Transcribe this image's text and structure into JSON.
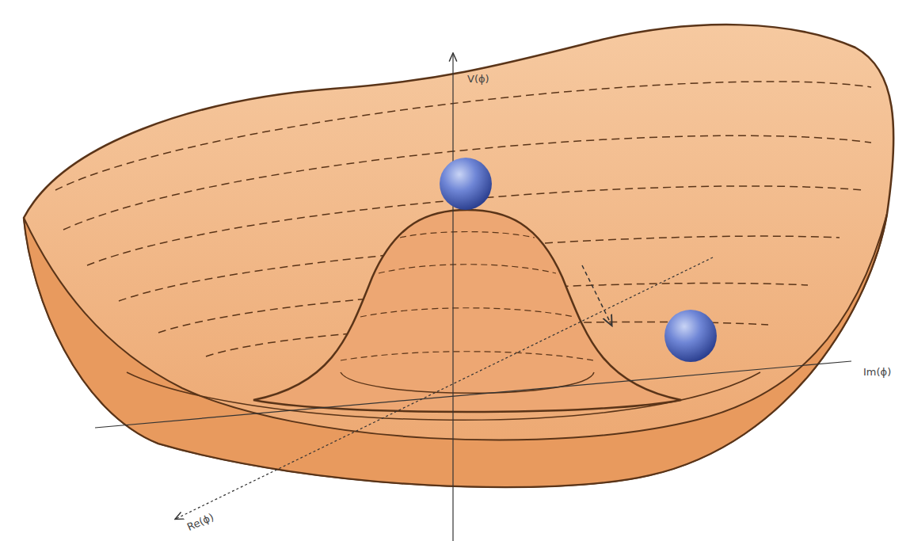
{
  "diagram": {
    "labels": [
      "V(ϕ)",
      "Im(ϕ)",
      "Re(ϕ)"
    ]
  }
}
